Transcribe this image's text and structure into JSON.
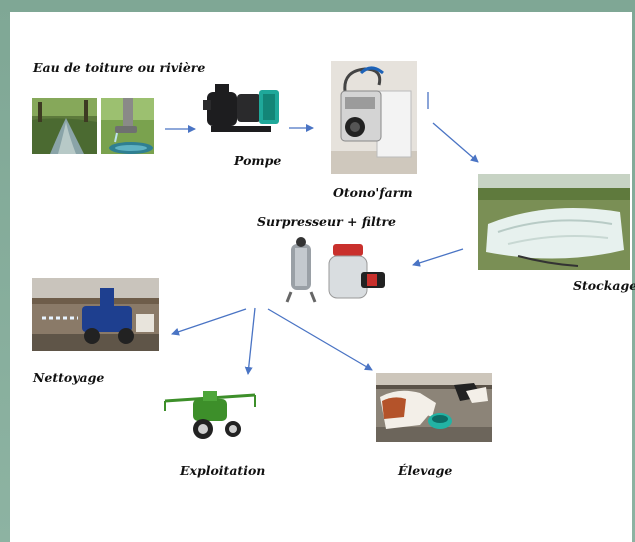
{
  "labels": {
    "source": "Eau de toiture ou rivière",
    "pump": "Pompe",
    "otono": "Otono'farm",
    "storage": "Stockage",
    "booster": "Surpresseur + filtre",
    "cleaning": "Nettoyage",
    "farming": "Exploitation",
    "livestock": "Élevage"
  },
  "colors": {
    "arrow": "#4a74c4",
    "frame": "#84ad9b"
  },
  "icons": {
    "river": "river-photo",
    "gutter": "gutter-photo",
    "pump": "pool-pump-photo",
    "otono": "otono-unit-photo",
    "storage": "water-bladder-photo",
    "booster": "booster-filter-photo",
    "cleaning": "cleaning-machine-photo",
    "farming": "sprayer-photo",
    "livestock": "cows-drinking-photo"
  }
}
